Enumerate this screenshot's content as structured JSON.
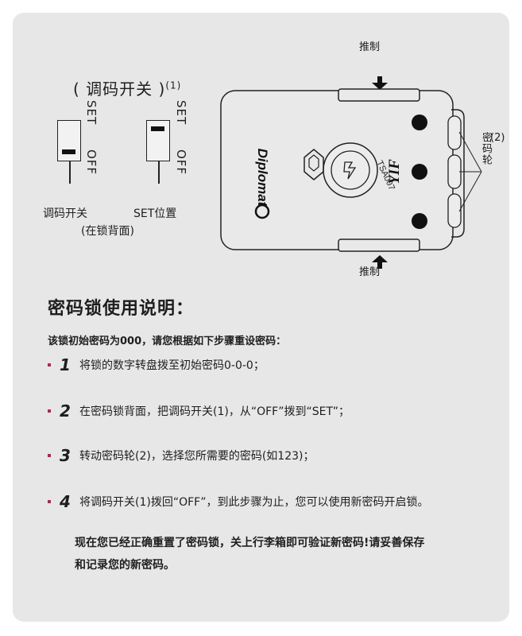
{
  "switch_diagram": {
    "title": "( 调码开关 )",
    "title_note": "(1)",
    "set_label": "SET",
    "off_label": "OFF",
    "left_caption": "调码开关",
    "left_caption_sub": "(在锁背面)",
    "right_caption": "SET位置"
  },
  "lock_diagram": {
    "push_label": "推制",
    "brand": "Diplomat",
    "model": "YIF",
    "tsa_text": "TSA007",
    "wheel_label": "密码轮",
    "wheel_note": "(2)"
  },
  "instructions": {
    "title": "密码锁使用说明：",
    "intro": "该锁初始密码为000，请您根据如下步骤重设密码：",
    "steps": [
      {
        "num": "1",
        "text": "将锁的数字转盘拨至初始密码0-0-0；"
      },
      {
        "num": "2",
        "text": "在密码锁背面，把调码开关(1)，从“OFF”拨到“SET”；"
      },
      {
        "num": "3",
        "text": "转动密码轮(2)，选择您所需要的密码(如123)；"
      },
      {
        "num": "4",
        "text": "将调码开关(1)拨回“OFF”，到此步骤为止，您可以使用新密码开启锁。"
      }
    ],
    "closing_line1": "现在您已经正确重置了密码锁，关上行李箱即可验证新密码!请妥善保存",
    "closing_line2": "和记录您的新密码。"
  },
  "colors": {
    "card_bg": "#e7e7e7",
    "bullet": "#c21f4b",
    "ink": "#1e1e1e"
  }
}
